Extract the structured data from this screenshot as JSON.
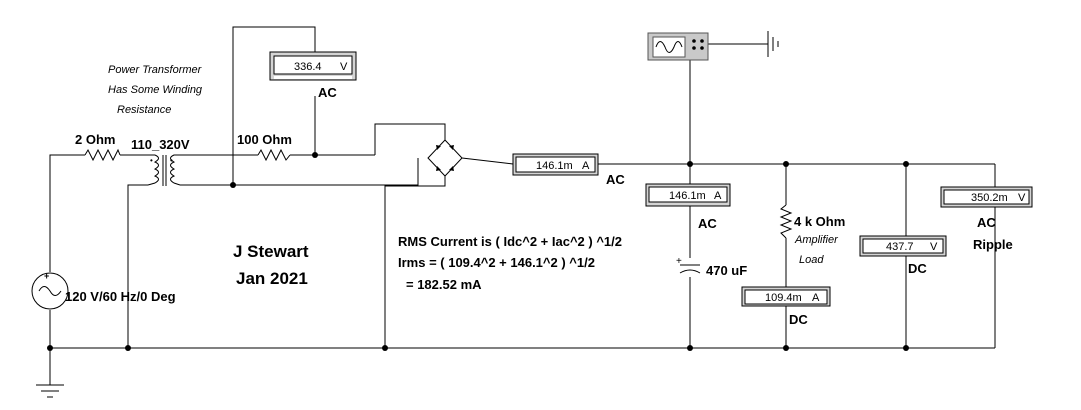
{
  "notes": {
    "transformer_note": [
      "Power Transformer",
      "Has Some Winding",
      "Resistance"
    ],
    "author": [
      "J Stewart",
      "Jan 2021"
    ],
    "rms_calc": [
      "RMS Current is ( Idc^2 + Iac^2 ) ^1/2",
      "Irms = ( 109.4^2 + 146.1^2 ) ^1/2",
      "= 182.52 mA"
    ],
    "load_note": [
      "Amplifier",
      "Load"
    ]
  },
  "components": {
    "r_primary": "2  Ohm",
    "transformer": "110_320V",
    "r_secondary": "100  Ohm",
    "source": "120 V/60 Hz/0 Deg",
    "capacitor": "470 uF",
    "r_load": "4 k Ohm"
  },
  "meters": {
    "v_secondary": {
      "value": "336.4",
      "unit": "V",
      "mode": "AC"
    },
    "a_ac_line": {
      "value": "146.1m",
      "unit": "A",
      "mode": "AC"
    },
    "a_cap": {
      "value": "146.1m",
      "unit": "A",
      "mode": "AC"
    },
    "a_load": {
      "value": "109.4m",
      "unit": "A",
      "mode": "DC"
    },
    "v_dc": {
      "value": "437.7",
      "unit": "V",
      "mode": "DC"
    },
    "v_ripple": {
      "value": "350.2m",
      "unit": "V",
      "mode": "AC",
      "mode2": "Ripple"
    }
  }
}
